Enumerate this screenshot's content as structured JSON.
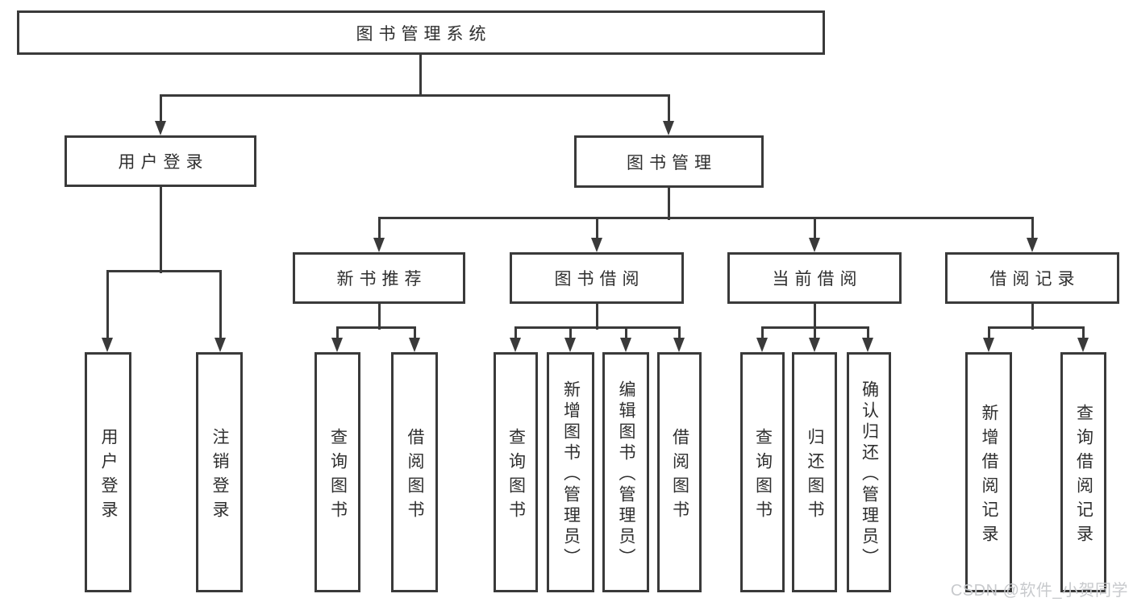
{
  "diagram": {
    "title": "图书管理系统",
    "level2": {
      "user_login": "用户登录",
      "book_mgmt": "图书管理"
    },
    "level3": {
      "new_book": "新书推荐",
      "borrow": "图书借阅",
      "current": "当前借阅",
      "records": "借阅记录"
    },
    "leaves": {
      "user_login_1": "用户登录",
      "user_login_2": "注销登录",
      "new_book_1": "查询图书",
      "new_book_2": "借阅图书",
      "borrow_1": "查询图书",
      "borrow_2": "新增图书（管理员）",
      "borrow_3": "编辑图书（管理员）",
      "borrow_4": "借阅图书",
      "current_1": "查询图书",
      "current_2": "归还图书",
      "current_3": "确认归还（管理员）",
      "records_1": "新增借阅记录",
      "records_2": "查询借阅记录"
    },
    "watermark": "CSDN @软件_小贺同学",
    "colors": {
      "line": "#3a3a3a",
      "text": "#2f2f2f",
      "watermark": "#c8cacd",
      "background": "#ffffff"
    }
  }
}
